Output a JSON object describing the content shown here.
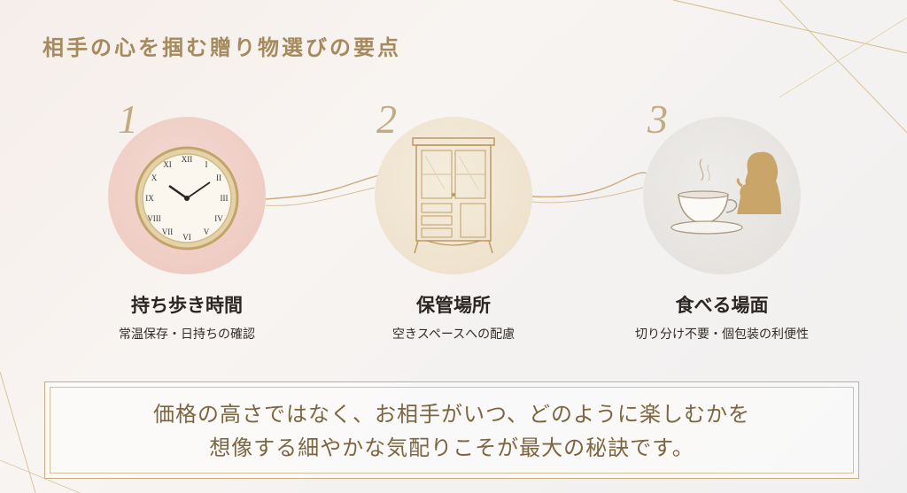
{
  "title": "相手の心を掴む贈り物選びの要点",
  "items": [
    {
      "number": "1",
      "label": "持ち歩き時間",
      "sub": "常温保存・日持ちの確認",
      "icon": "clock-icon"
    },
    {
      "number": "2",
      "label": "保管場所",
      "sub": "空きスペースへの配慮",
      "icon": "cabinet-icon"
    },
    {
      "number": "3",
      "label": "食べる場面",
      "sub": "切り分け不要・個包装の利便性",
      "icon": "teacup-woman-icon"
    }
  ],
  "message": {
    "line1": "価格の高さではなく、お相手がいつ、どのように楽しむかを",
    "line2": "想像する細やかな気配りこそが最大の秘訣です。"
  },
  "colors": {
    "gold": "#c3ab80",
    "title": "#a48a5c",
    "message": "#7d6540",
    "circle1": "#ecc7be",
    "circle2": "#ecdfc8",
    "circle3": "#e2dfdb"
  }
}
